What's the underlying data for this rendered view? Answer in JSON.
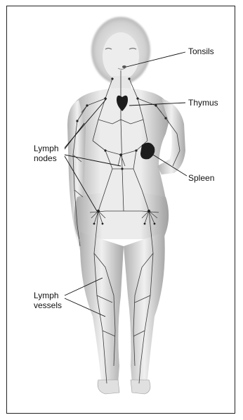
{
  "labels": {
    "tonsils": "Tonsils",
    "thymus": "Thymus",
    "lymph_nodes_line1": "Lymph",
    "lymph_nodes_line2": "nodes",
    "spleen": "Spleen",
    "lymph_vessels_line1": "Lymph",
    "lymph_vessels_line2": "vessels"
  },
  "colors": {
    "body_shade": "#bdbdbd",
    "body_light": "#efefef",
    "vessel": "#3a3a3a",
    "organ": "#222222",
    "leader": "#111111"
  }
}
